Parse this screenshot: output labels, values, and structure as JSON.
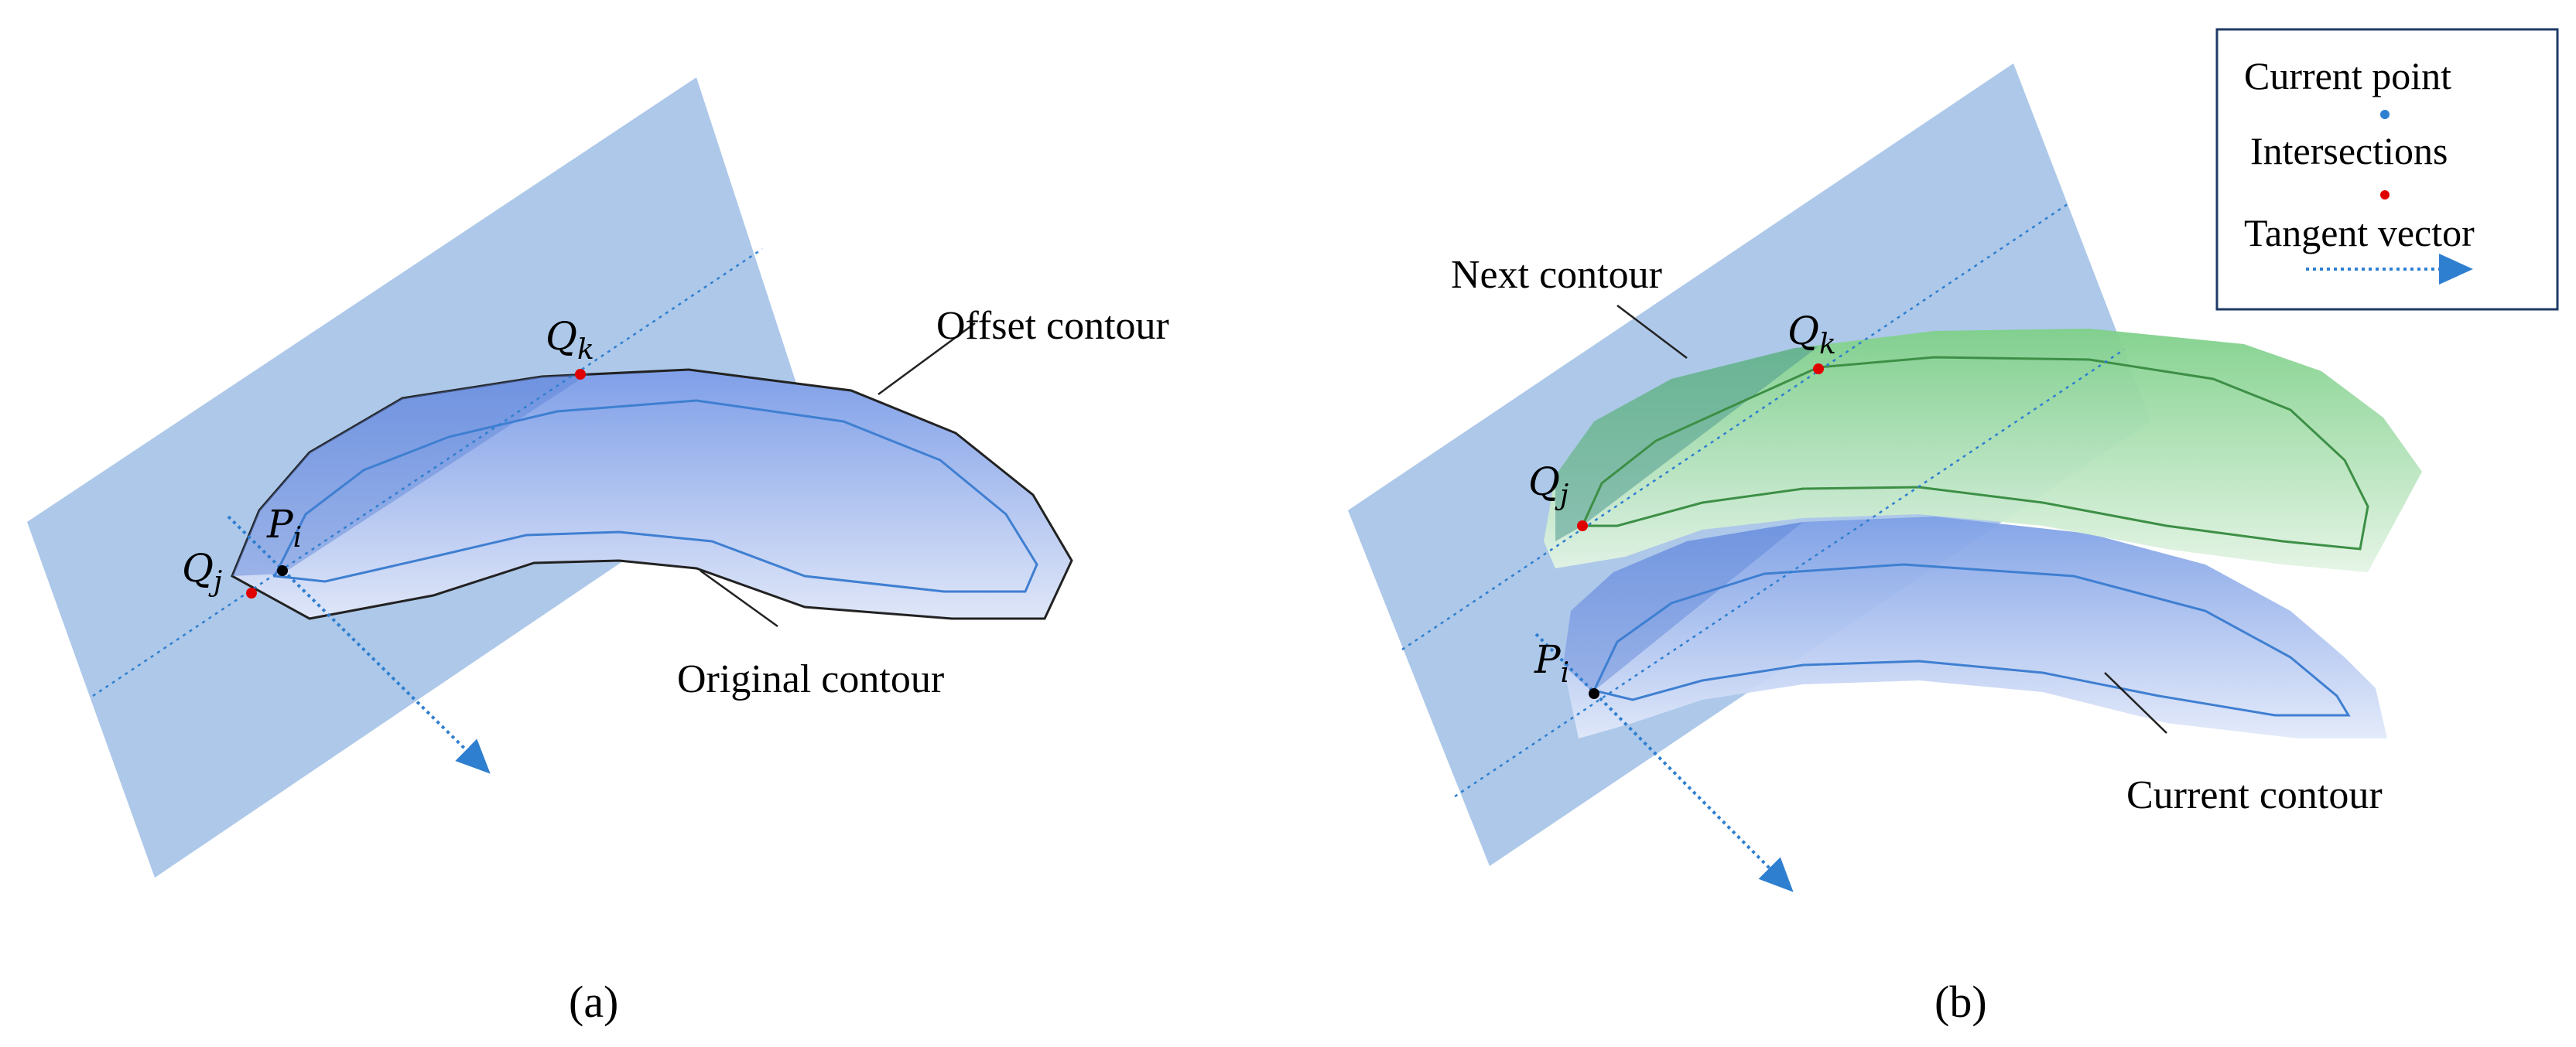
{
  "panel_a": {
    "caption": "(a)",
    "offset_label": "Offset contour",
    "original_label": "Original contour",
    "point_p": {
      "base": "P",
      "sub": "i"
    },
    "point_qk": {
      "base": "Q",
      "sub": "k"
    },
    "point_qj": {
      "base": "Q",
      "sub": "j"
    }
  },
  "panel_b": {
    "caption": "(b)",
    "next_label": "Next contour",
    "current_label": "Current contour",
    "point_p": {
      "base": "P",
      "sub": "i"
    },
    "point_qk": {
      "base": "Q",
      "sub": "k"
    },
    "point_qj": {
      "base": "Q",
      "sub": "j"
    }
  },
  "legend": {
    "current_point": "Current point",
    "intersections": "Intersections",
    "tangent_vector": "Tangent vector"
  },
  "colors": {
    "plane": "#a9c5e8",
    "outline_blue": "#3f7fd1",
    "point_black": "#000000",
    "point_red": "#e00000",
    "current_point_blue": "#2f7fd0",
    "green_fill": "#8fd694"
  }
}
